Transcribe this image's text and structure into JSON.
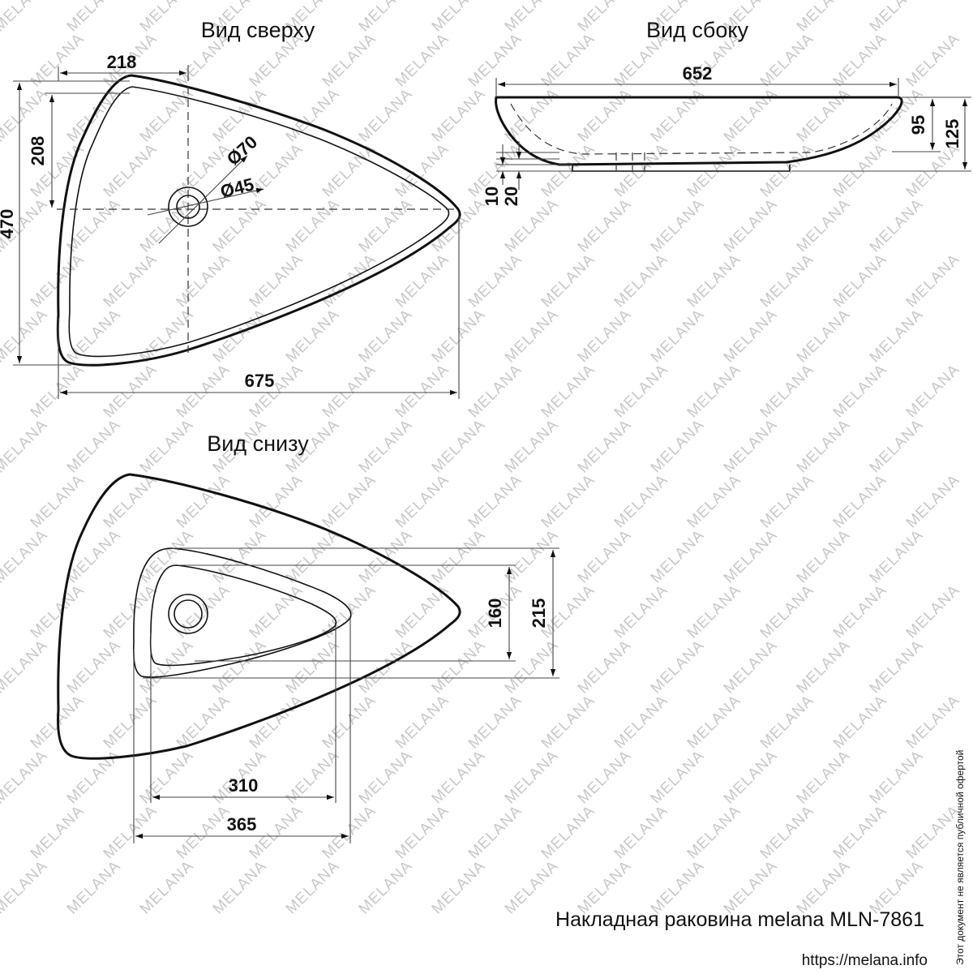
{
  "views": {
    "top": "Вид сверху",
    "side": "Вид сбоку",
    "bottom": "Вид снизу"
  },
  "dimensions": {
    "top_width_hole": "218",
    "top_height_hole": "208",
    "top_height_total": "470",
    "top_width_total": "675",
    "drain_outer": "Ø70",
    "drain_inner": "Ø45",
    "side_length": "652",
    "side_height_bowl": "95",
    "side_height_total": "125",
    "side_base_10": "10",
    "side_base_20": "20",
    "bottom_height_inner": "160",
    "bottom_height_outer": "215",
    "bottom_width_inner": "310",
    "bottom_width_outer": "365"
  },
  "product_title": "Накладная раковина melana MLN-7861",
  "site_url": "https://melana.info",
  "disclaimer": "Этот документ не является публичной офертой",
  "watermark": "MELANA"
}
